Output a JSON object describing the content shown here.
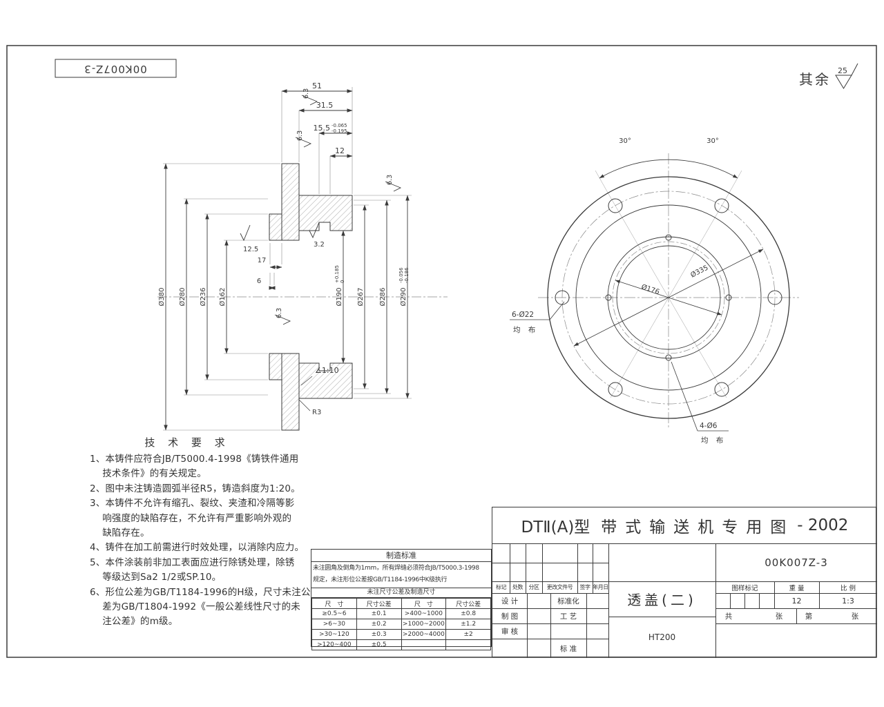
{
  "frame": {
    "doc_number_box": "00K007Z-3",
    "surface_note_prefix": "其余",
    "surface_note_value": "25"
  },
  "section_view": {
    "dim_51": "51",
    "dim_315": "31.5",
    "dim_155": {
      "v": "15.5",
      "u": "-0.065",
      "l": "-0.195"
    },
    "dim_12": "12",
    "dia_380": "Ø380",
    "dia_280": "Ø280",
    "dia_236": "Ø236",
    "dia_162": "Ø162",
    "dia_190": {
      "v": "Ø190",
      "u": "+0.185",
      "l": "0"
    },
    "dia_267": "Ø267",
    "dia_286": "Ø286",
    "dia_290": {
      "v": "Ø290",
      "u": "-0.056",
      "l": "-0.186"
    },
    "dim_17": "17",
    "dim_6": "6",
    "rough_63": "6.3",
    "rough_125": "12.5",
    "rough_32": "3.2",
    "taper": "∠1:10",
    "fillet": "R3"
  },
  "front_view": {
    "angle_left": "30°",
    "angle_right": "30°",
    "dia_176": "Ø176",
    "dia_335": "Ø335",
    "bolt_holes_label": "6-Ø22",
    "bolt_holes_note": "均 布",
    "small_holes_label": "4-Ø6",
    "small_holes_note": "均 布"
  },
  "tech_req": {
    "title": "技 术 要 求",
    "lines": [
      "1、本铸件应符合JB/T5000.4-1998《铸铁件通用",
      "　 技术条件》的有关规定。",
      "2、图中未注铸造圆弧半径R5，铸造斜度为1:20。",
      "3、本铸件不允许有缩孔、裂纹、夹渣和冷隔等影",
      "　 响强度的缺陷存在，不允许有严重影响外观的",
      "　 缺陷存在。",
      "4、铸件在加工前需进行时效处理，以消除内应力。",
      "5、本件涂装前非加工表面应进行除锈处理，除锈",
      "　 等级达到Sa2 1/2或SP.10。",
      "6、形位公差为GB/T1184-1996的H级，尺寸未注公",
      "　 差为GB/T1804-1992《一般公差线性尺寸的未",
      "　 注公差》的m级。"
    ]
  },
  "mfg_std": {
    "title": "制造标准",
    "note1": "未注圆角及倒角为1mm，所有焊缝必须符合JB/T5000.3-1998",
    "note2": "规定，未注形位公差按GB/T1184-1996中K级执行",
    "table_title": "未注尺寸公差及制造尺寸",
    "headers": [
      "尺　寸",
      "尺寸公差",
      "尺　寸",
      "尺寸公差"
    ],
    "rows": [
      [
        "≥0.5~6",
        "±0.1",
        ">400~1000",
        "±0.8"
      ],
      [
        ">6~30",
        "±0.2",
        ">1000~2000",
        "±1.2"
      ],
      [
        ">30~120",
        "±0.3",
        ">2000~4000",
        "±2"
      ],
      [
        ">120~400",
        "±0.5",
        "",
        ""
      ]
    ]
  },
  "title_block": {
    "title_prefix": "DTⅡ(A)型",
    "title_main": "带式输送机专用图",
    "title_suffix": "- 2002",
    "drawing_no": "00K007Z-3",
    "part_name": "透盖(二)",
    "material": "HT200",
    "rev_cols": [
      "标记",
      "处数",
      "分区",
      "更改文件号",
      "签字",
      "年月日"
    ],
    "role_design": "设 计",
    "role_draft": "制 图",
    "role_check": "审 核",
    "role_std": "标准化",
    "role_process": "工 艺",
    "role_standard": "标 准",
    "stamp_mark": "图样标记",
    "stamp_weight": "重 量",
    "stamp_scale": "比 例",
    "weight_value": "12",
    "scale_value": "1:3",
    "sheet_total_label": "共",
    "sheet_unit1": "张",
    "sheet_no_label": "第",
    "sheet_unit2": "张"
  }
}
